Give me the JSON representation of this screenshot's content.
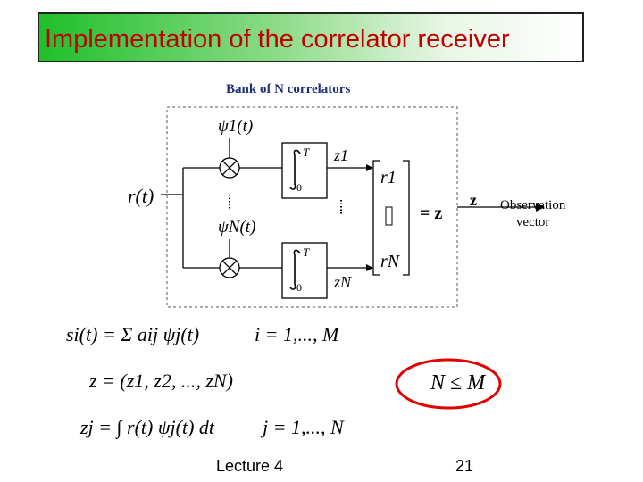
{
  "title": "Implementation of the correlator receiver",
  "bank_label": "Bank of N correlators",
  "input_label": "r(t)",
  "basis_top": "ψ1(t)",
  "basis_bottom": "ψN(t)",
  "integral_upper": "T",
  "integral_lower": "0",
  "output_top": "z1",
  "output_bottom": "zN",
  "vector_top": "r1",
  "vector_bottom": "rN",
  "vector_eq": "= z",
  "arrow_label": "z",
  "observation_line1": "Observation",
  "observation_line2": "vector",
  "eq_signal": "si(t) = Σ aij ψj(t)",
  "eq_signal_range": "i = 1,..., M",
  "eq_vector": "z = (z1, z2, ..., zN)",
  "eq_corr": "zj = ∫ r(t) ψj(t) dt",
  "eq_corr_range": "j = 1,..., N",
  "condition": "N ≤ M",
  "footer_left": "Lecture 4",
  "footer_right": "21",
  "colors": {
    "title_text": "#c00000",
    "bank_label": "#1f2f7a",
    "ellipse": "#e00000"
  }
}
